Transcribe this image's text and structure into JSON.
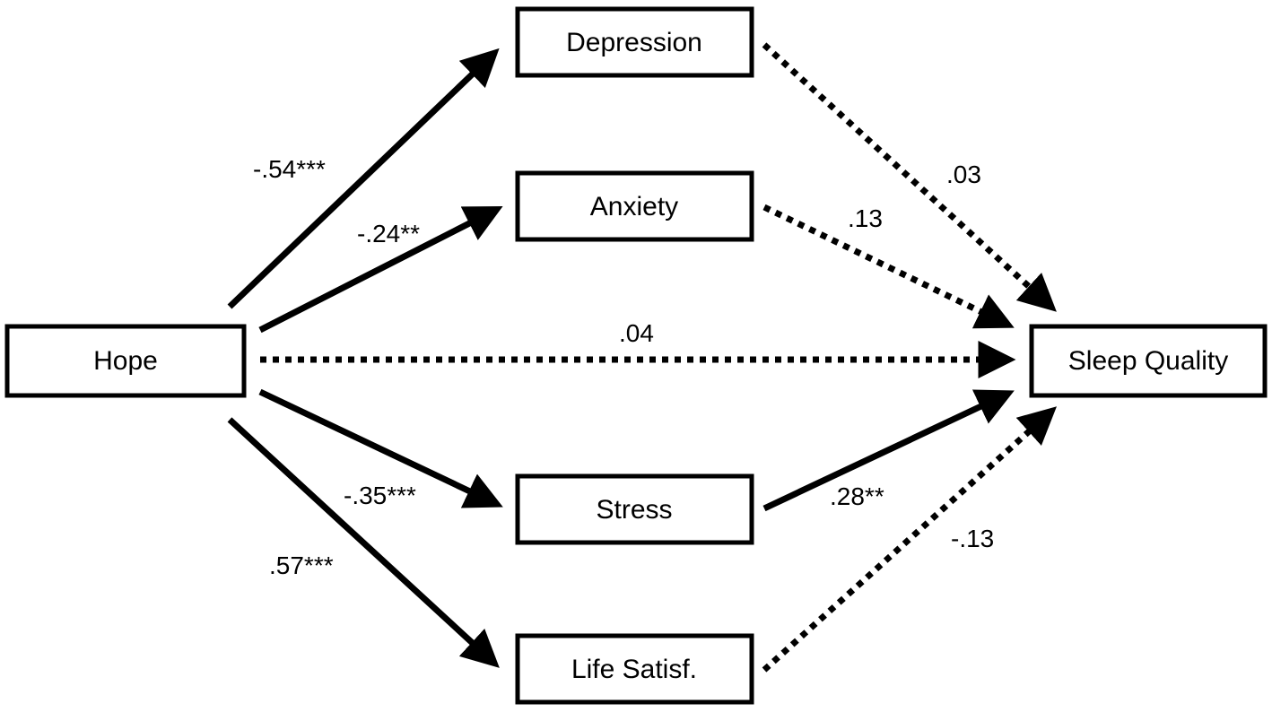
{
  "nodes": {
    "hope": "Hope",
    "depression": "Depression",
    "anxiety": "Anxiety",
    "stress": "Stress",
    "life_satisfaction": "Life Satisf.",
    "sleep_quality": "Sleep Quality"
  },
  "edges": {
    "hope_depression": {
      "coefficient": "-.54***",
      "significant": true
    },
    "hope_anxiety": {
      "coefficient": "-.24**",
      "significant": true
    },
    "hope_sleep": {
      "coefficient": ".04",
      "significant": false
    },
    "hope_stress": {
      "coefficient": "-.35***",
      "significant": true
    },
    "hope_life": {
      "coefficient": ".57***",
      "significant": true
    },
    "depression_sleep": {
      "coefficient": ".03",
      "significant": false
    },
    "anxiety_sleep": {
      "coefficient": ".13",
      "significant": false
    },
    "stress_sleep": {
      "coefficient": ".28**",
      "significant": true
    },
    "life_sleep": {
      "coefficient": "-.13",
      "significant": false
    }
  },
  "colors": {
    "stroke": "#000000",
    "background": "#ffffff"
  }
}
